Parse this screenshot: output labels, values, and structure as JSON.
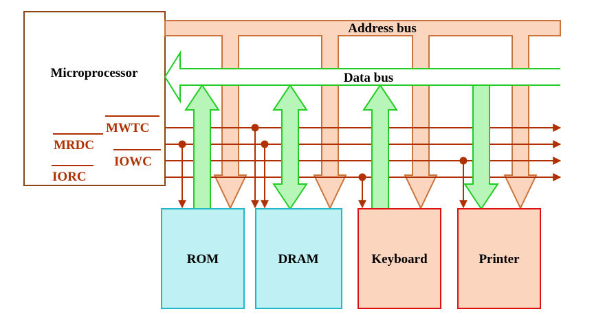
{
  "cpu": {
    "label": "Microprocessor"
  },
  "buses": {
    "address": "Address bus",
    "data": "Data bus"
  },
  "control_signals": {
    "mwtc": "MWTC",
    "mrdc": "MRDC",
    "iowc": "IOWC",
    "iorc": "IORC"
  },
  "devices": {
    "rom": "ROM",
    "dram": "DRAM",
    "keyboard": "Keyboard",
    "printer": "Printer"
  },
  "colors": {
    "cpu_border": "#8b4513",
    "address_bus_fill": "#fbd5bd",
    "address_bus_stroke": "#c8743a",
    "data_bus_fill": "#b8f5b8",
    "data_bus_stroke": "#22cc22",
    "signal": "#b03000",
    "memory_fill": "#bff0f4",
    "memory_stroke": "#22b8c8",
    "io_fill": "#fbd5bd",
    "io_stroke": "#dd1111"
  }
}
